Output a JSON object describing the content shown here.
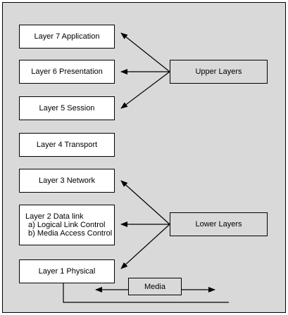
{
  "layers": {
    "l7": "Layer 7  Application",
    "l6": "Layer 6  Presentation",
    "l5": "Layer 5  Session",
    "l4": "Layer 4  Transport",
    "l3": "Layer 3  Network",
    "l2_title": "Layer 2  Data link",
    "l2_a": "a) Logical Link Control",
    "l2_b": "b) Media Access Control",
    "l1": "Layer 1  Physical"
  },
  "groups": {
    "upper": "Upper Layers",
    "lower": "Lower Layers"
  },
  "media": "Media",
  "colors": {
    "frame": "#d9d9d9",
    "box": "#ffffff",
    "line": "#000000"
  }
}
